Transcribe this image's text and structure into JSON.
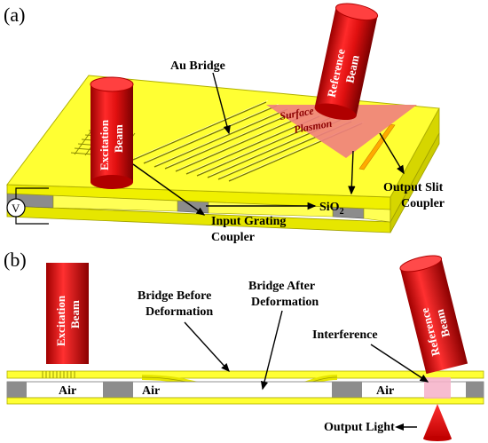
{
  "panel_a": {
    "label": "(a)",
    "au_bridge": "Au Bridge",
    "excitation_beam": [
      "Excitation",
      "Beam"
    ],
    "reference_beam": [
      "Reference",
      "Beam"
    ],
    "surface_plasmon": [
      "Surface",
      "Plasmon"
    ],
    "output_slit_coupler": [
      "Output Slit",
      "Coupler"
    ],
    "input_grating_coupler": [
      "Input Grating",
      "Coupler"
    ],
    "sio2": "SiO",
    "sio2_sub": "2",
    "voltmeter": "V"
  },
  "panel_b": {
    "label": "(b)",
    "excitation_beam": [
      "Excitation",
      "Beam"
    ],
    "reference_beam": [
      "Reference",
      "Beam"
    ],
    "bridge_before": [
      "Bridge Before",
      "Deformation"
    ],
    "bridge_after": [
      "Bridge After",
      "Deformation"
    ],
    "interference": "Interference",
    "output_light": "Output Light",
    "air_labels": [
      "Air",
      "Air",
      "Air"
    ]
  },
  "colors": {
    "gold": "#ffff33",
    "gold_edge": "#c8c800",
    "oxide": "#8c8c8c",
    "beam_red": "#e01010",
    "beam_dark": "#9a0000",
    "plasmon": "#f08080"
  }
}
